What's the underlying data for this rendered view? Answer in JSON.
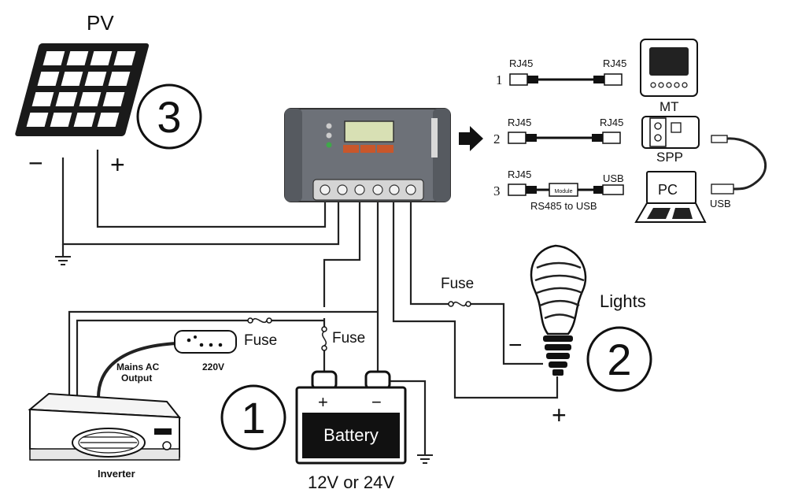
{
  "pv": {
    "label": "PV",
    "minus": "−",
    "plus": "+",
    "circle_number": "3"
  },
  "controller": {},
  "communication": {
    "rows": [
      {
        "index": "1",
        "left_label": "RJ45",
        "right_label": "RJ45"
      },
      {
        "index": "2",
        "left_label": "RJ45",
        "right_label": "RJ45"
      },
      {
        "index": "3",
        "left_label": "RJ45",
        "right_label": "USB",
        "module_label": "Module",
        "caption": "RS485 to USB"
      }
    ],
    "mt_label": "MT",
    "spp_label": "SPP",
    "pc_label": "PC",
    "usb_label": "USB"
  },
  "load": {
    "fuse_label": "Fuse",
    "lights_label": "Lights",
    "minus": "−",
    "plus": "+",
    "circle_number": "2"
  },
  "battery": {
    "label": "Battery",
    "plus": "+",
    "minus": "−",
    "voltage": "12V or 24V",
    "fuse_label": "Fuse",
    "circle_number": "1"
  },
  "inverter": {
    "label": "Inverter",
    "mains_label_line1": "Mains AC",
    "mains_label_line2": "Output",
    "socket_label": "220V",
    "fuse_label": "Fuse"
  },
  "colors": {
    "ink": "#111111",
    "controller_body": "#6d7178",
    "display": "#d8e0b4",
    "buttons": "#c8572b"
  }
}
